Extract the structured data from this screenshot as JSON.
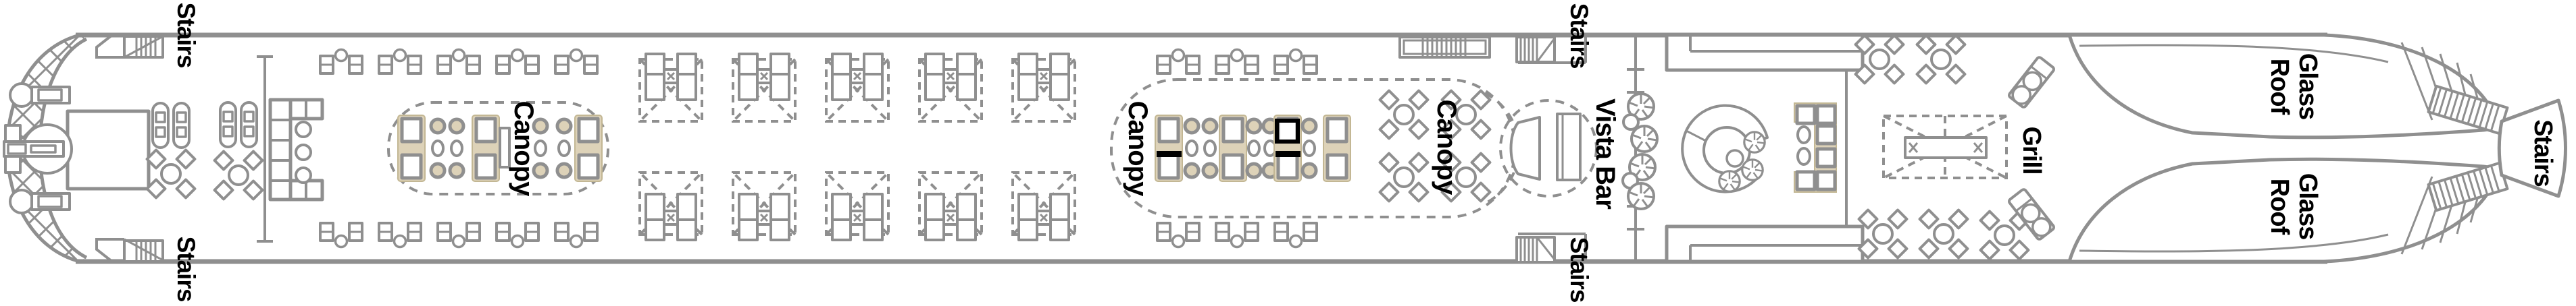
{
  "page": {
    "background": "#ffffff",
    "title": "Ship deck plan"
  },
  "plan": {
    "labels": {
      "stairs": "Stairs",
      "canopy": "Canopy",
      "vista_bar": "Vista Bar",
      "grill": "Grill",
      "glass_roof_line1": "Glass",
      "glass_roof_line2": "Roof"
    },
    "label_counts": {
      "stairs": 5,
      "canopy": 3,
      "vista_bar": 1,
      "grill": 1,
      "glass_roof": 2
    },
    "colors": {
      "line": "#8f8f8f",
      "accent": "#ddd2b8",
      "label_text": "#000000",
      "background": "#ffffff"
    }
  }
}
